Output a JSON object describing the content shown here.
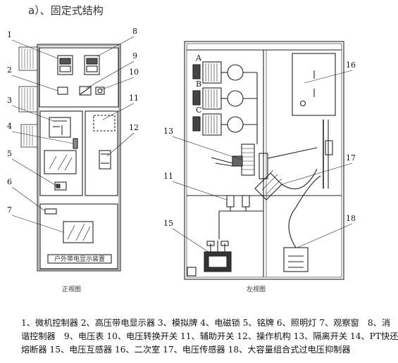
{
  "heading": "a）、固定式结构",
  "front_view": {
    "caption": "正视图",
    "callouts": [
      "1",
      "2",
      "3",
      "4",
      "5",
      "6",
      "7",
      "8",
      "9",
      "10",
      "11",
      "12"
    ],
    "nameplate_text": "户外带电显示装置"
  },
  "left_view": {
    "caption": "左视图",
    "phase_labels": [
      "A",
      "B",
      "C"
    ],
    "callouts": [
      "16",
      "13",
      "17",
      "11",
      "15",
      "18"
    ]
  },
  "legend": {
    "lines": [
      "1、微机控制器 2、高压带电显示器 3、模拟牌 4、电磁锁 5、铭牌 6、照明灯 7、观察窗　8、消",
      "谐控制器　9、电压表 10、电压转换开关 11、辅助开关 12、操作机构 13、隔离开关 14、PT快还",
      "熔断器 15、电压互感器 16、二次室 17、电压传感器 18、大容量组合式过电压抑制器"
    ]
  }
}
